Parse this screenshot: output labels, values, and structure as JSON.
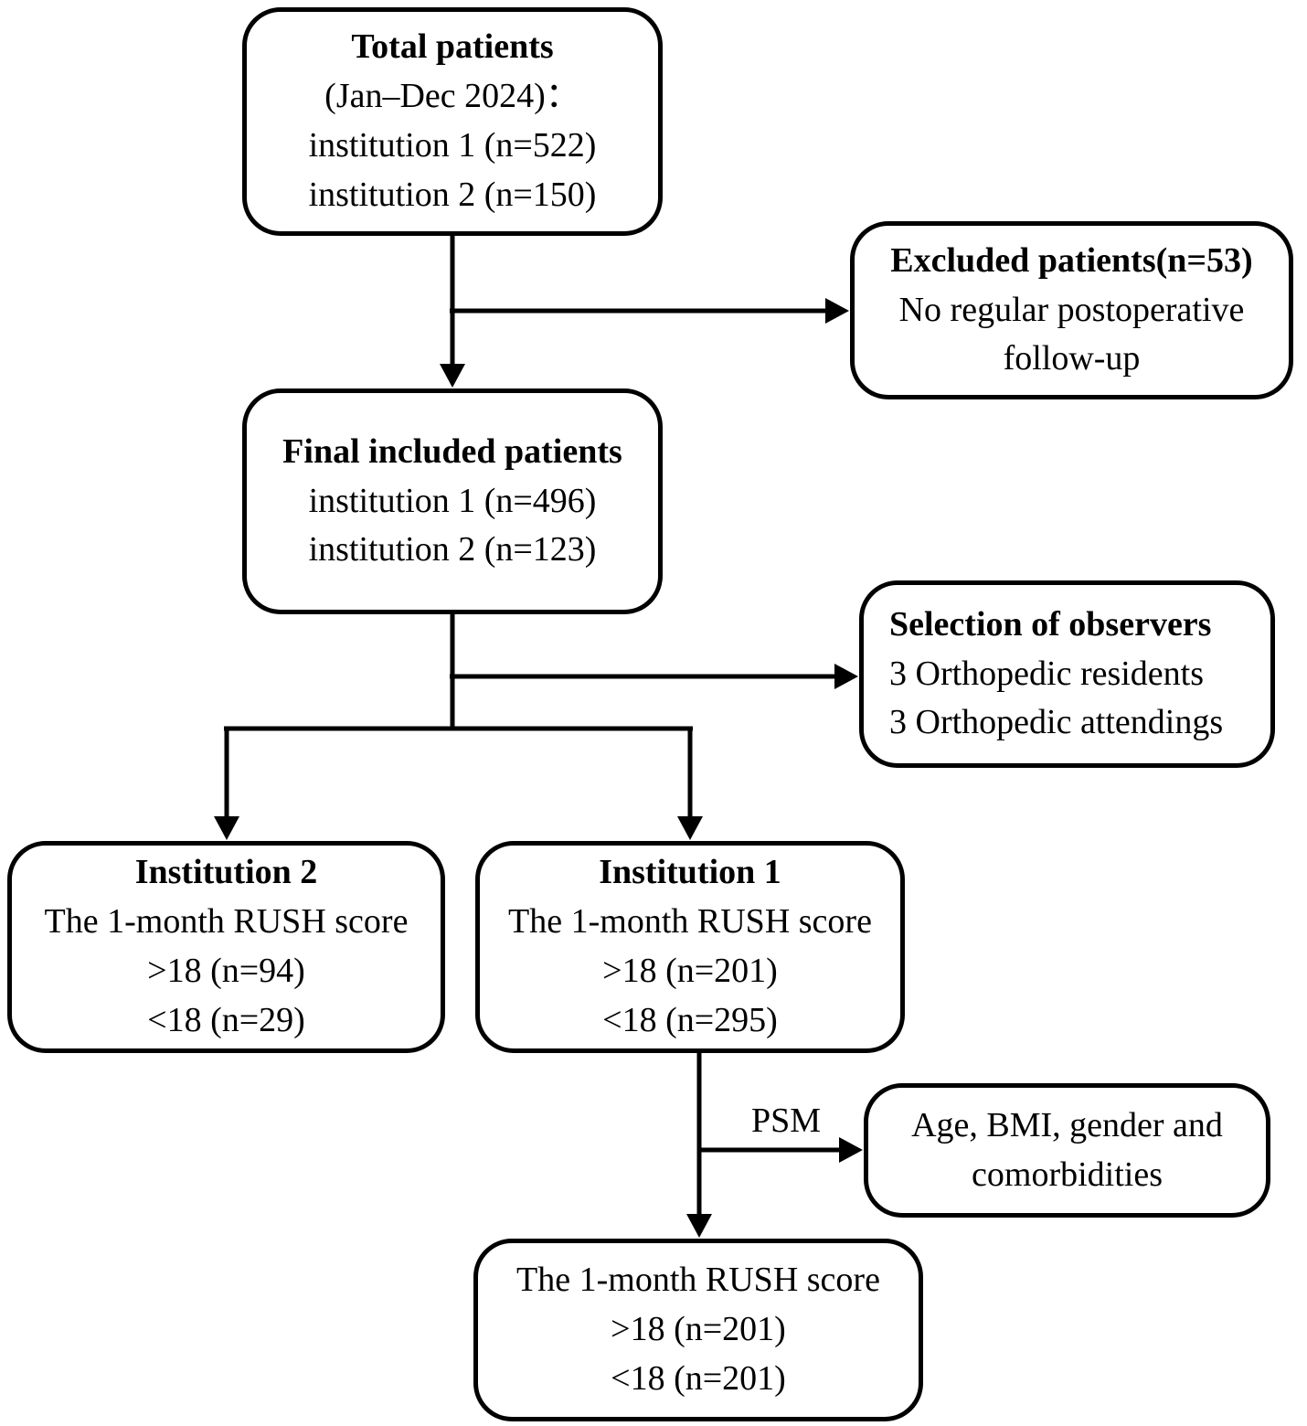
{
  "diagram": {
    "boxes": {
      "total": {
        "title": "Total patients",
        "lines": [
          "(Jan–Dec 2024)：",
          "institution 1 (n=522)",
          "institution 2 (n=150)"
        ]
      },
      "excluded": {
        "title": "Excluded patients(n=53)",
        "lines": [
          "No regular postoperative follow-up"
        ]
      },
      "final_included": {
        "title": "Final included patients",
        "lines": [
          "institution 1 (n=496)",
          "institution 2 (n=123)"
        ]
      },
      "observers": {
        "title": "Selection of observers",
        "lines": [
          "3 Orthopedic residents",
          "3 Orthopedic attendings"
        ]
      },
      "institution2": {
        "title": "Institution 2",
        "lines": [
          "The 1-month RUSH score",
          ">18 (n=94)",
          "<18 (n=29)"
        ]
      },
      "institution1": {
        "title": "Institution 1",
        "lines": [
          "The 1-month RUSH score",
          ">18 (n=201)",
          "<18 (n=295)"
        ]
      },
      "psm_criteria": {
        "lines": [
          "Age, BMI, gender and comorbidities"
        ]
      },
      "matched": {
        "lines": [
          "The 1-month RUSH score",
          ">18 (n=201)",
          "<18 (n=201)"
        ]
      }
    },
    "labels": {
      "psm": "PSM"
    },
    "colors": {
      "line": "#000000",
      "background": "#ffffff",
      "box_fill": "#ffffff"
    }
  }
}
